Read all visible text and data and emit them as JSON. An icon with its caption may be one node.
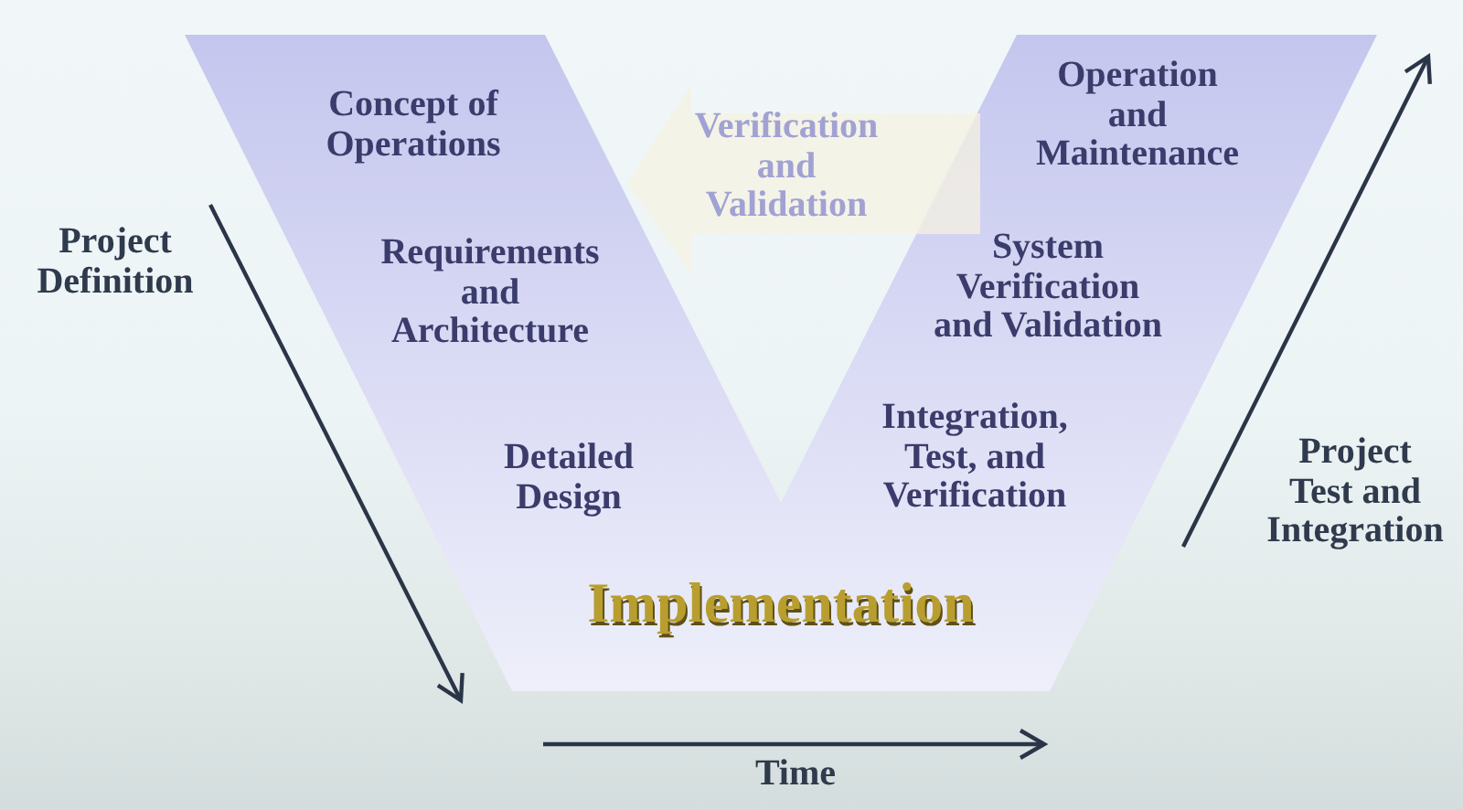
{
  "diagram": {
    "nodes": [
      {
        "text": [
          "Concept of Operations",
          "Requirements and Architecture",
          "Detailed Design",
          "Implementation",
          "Integration, Test, and Verification",
          "System Verification and Validation",
          "Operation and Maintenance"
        ]
      },
      {
        "text": [
          "Verification and Validation"
        ]
      }
    ],
    "labels": [
      "Project Definition",
      "Project Test and Integration",
      "Time"
    ]
  }
}
